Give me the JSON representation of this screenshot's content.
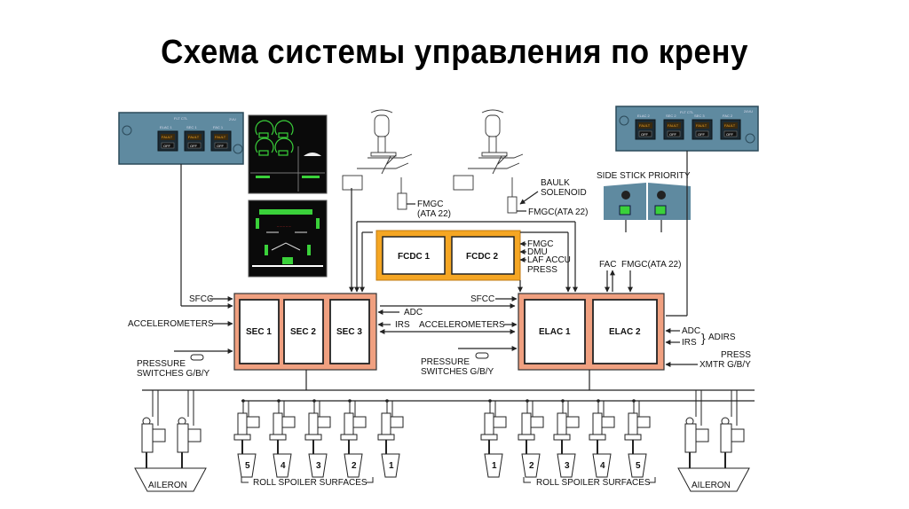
{
  "title": "Схема системы управления по крену",
  "panels": {
    "left_fltctl": {
      "header": "FLT CTL",
      "code": "2VU",
      "buttons": [
        {
          "name": "ELAC 1",
          "top": "FAULT",
          "bottom": "OFF"
        },
        {
          "name": "SEC 1",
          "top": "FAULT",
          "bottom": "OFF"
        },
        {
          "name": "FAC 1",
          "top": "FAULT",
          "bottom": "OFF"
        }
      ]
    },
    "right_fltctl": {
      "header": "FLT CTL",
      "code": "24VU",
      "buttons": [
        {
          "name": "ELAC 2",
          "top": "FAULT",
          "bottom": "OFF"
        },
        {
          "name": "SEC 2",
          "top": "FAULT",
          "bottom": "OFF"
        },
        {
          "name": "SEC 3",
          "top": "FAULT",
          "bottom": "OFF"
        },
        {
          "name": "FAC 2",
          "top": "FAULT",
          "bottom": "OFF"
        }
      ]
    },
    "side_stick_priority": {
      "title": "SIDE STICK PRIORITY"
    }
  },
  "labels": {
    "fmgc_ata22_left": [
      "FMGC",
      "(ATA 22)"
    ],
    "baulk_solenoid": [
      "BAULK",
      "SOLENOID"
    ],
    "fmgc_ata22_right": "FMGC(ATA 22)",
    "fcdc_outputs": [
      "FMGC",
      "DMU",
      "LAF ACCU",
      "PRESS"
    ],
    "fac": "FAC",
    "fmgc_elac": "FMGC(ATA 22)",
    "sfcc_left": "SFCC",
    "accelerometers_left": "ACCELEROMETERS",
    "pressure_switches_left": [
      "PRESSURE",
      "SWITCHES G/B/Y"
    ],
    "sfcc_mid": "SFCC",
    "adc_mid": "ADC",
    "irs_mid": "IRS",
    "accelerometers_mid": "ACCELEROMETERS",
    "pressure_switches_mid": [
      "PRESSURE",
      "SWITCHES G/B/Y"
    ],
    "adc_right": "ADC",
    "irs_right": "IRS",
    "adirs": "ADIRS",
    "press_xmtr": [
      "PRESS",
      "XMTR G/B/Y"
    ]
  },
  "computers": {
    "fcdc": [
      "FCDC 1",
      "FCDC 2"
    ],
    "sec": [
      "SEC 1",
      "SEC 2",
      "SEC 3"
    ],
    "elac": [
      "ELAC 1",
      "ELAC 2"
    ]
  },
  "surfaces": {
    "left_spoilers": [
      "5",
      "4",
      "3",
      "2",
      "1"
    ],
    "right_spoilers": [
      "1",
      "2",
      "3",
      "4",
      "5"
    ],
    "roll_spoiler_label": "ROLL SPOILER SURFACES",
    "aileron_label": "AILERON"
  },
  "colors": {
    "panel": "#5f8aa0",
    "computer_frame": "#f0a080",
    "fcdc_frame": "#f5a623",
    "ecam_bg": "#0a0a0a",
    "ecam_green": "#3ad13a"
  }
}
